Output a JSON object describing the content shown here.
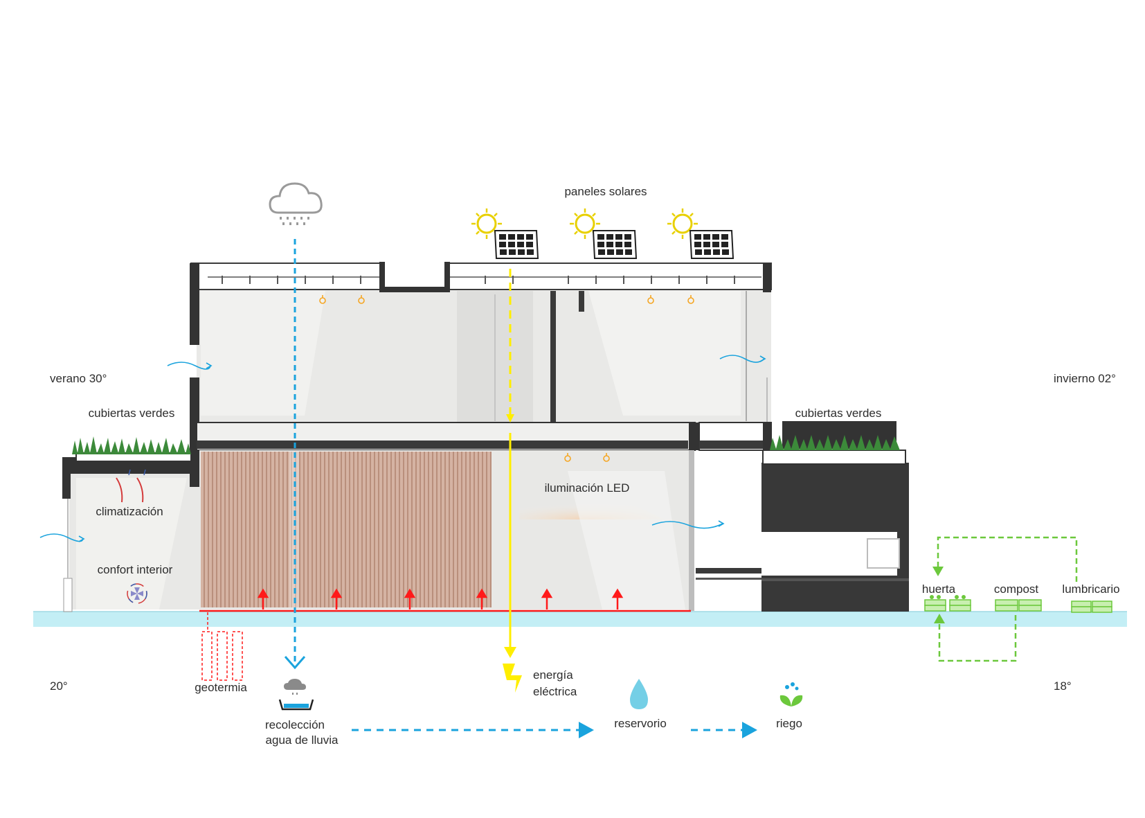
{
  "labels": {
    "paneles": "paneles solares",
    "verano": "verano 30°",
    "invierno": "invierno 02°",
    "cubiertas_left": "cubiertas verdes",
    "cubiertas_right": "cubiertas verdes",
    "climatizacion": "climatización",
    "confort": "confort interior",
    "iluminacion": "iluminación LED",
    "huerta": "huerta",
    "compost": "compost",
    "lumbricario": "lumbricario",
    "temp_left": "20°",
    "temp_right": "18°",
    "geotermia": "geotermia",
    "energia_1": "energía",
    "energia_2": "eléctrica",
    "recoleccion_1": "recolección",
    "recoleccion_2": "agua de lluvia",
    "reservorio": "reservorio",
    "riego": "riego"
  },
  "colors": {
    "water": "#1aa3dd",
    "energy": "#ffee00",
    "heat": "#ff1a1a",
    "green_cycle": "#6cc83c",
    "ground": "#c3eef5",
    "walls": "#333333",
    "interior": "#e8e8e6",
    "wood": "#c9a491",
    "led": "#f5a623"
  },
  "icons": [
    "cloud-rain-icon",
    "sun-icon",
    "solar-panel-icon",
    "lightning-icon",
    "water-drop-icon",
    "plant-icon",
    "fan-icon",
    "collector-icon",
    "airflow-arrow-icon"
  ]
}
